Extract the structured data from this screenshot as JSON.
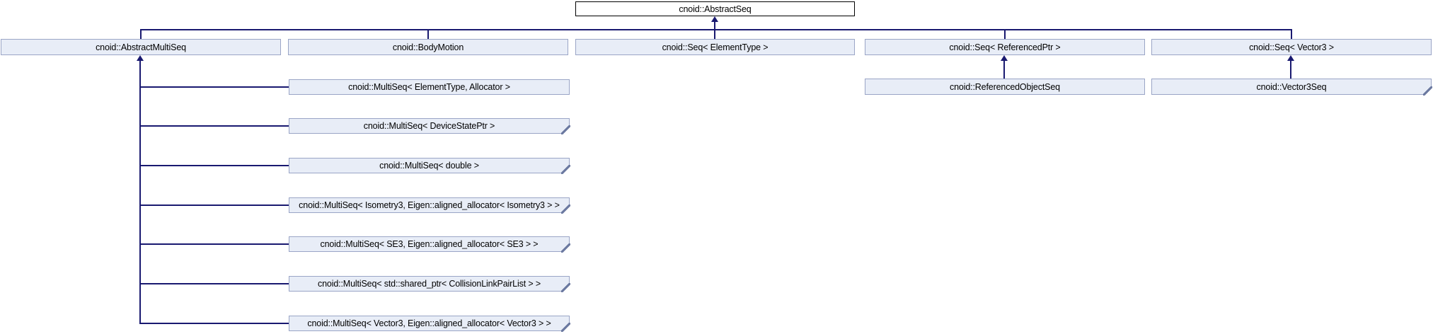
{
  "diagram_type": "class-inheritance-diagram",
  "colors": {
    "background": "#ffffff",
    "node_fill": "#e8edf7",
    "node_border": "#9aa5c6",
    "root_node_fill": "#ffffff",
    "root_node_border": "#000000",
    "edge_line": "#191970",
    "text": "#000000"
  },
  "nodes": [
    {
      "label": "cnoid::AbstractSeq",
      "variant": "root",
      "truncated": false
    },
    {
      "label": "cnoid::AbstractMultiSeq",
      "truncated": false
    },
    {
      "label": "cnoid::BodyMotion",
      "truncated": false
    },
    {
      "label": "cnoid::Seq< ElementType >",
      "truncated": false
    },
    {
      "label": "cnoid::Seq< ReferencedPtr >",
      "truncated": false
    },
    {
      "label": "cnoid::Seq< Vector3 >",
      "truncated": false
    },
    {
      "label": "cnoid::MultiSeq< ElementType, Allocator >",
      "truncated": false
    },
    {
      "label": "cnoid::MultiSeq< DeviceStatePtr >",
      "truncated": true
    },
    {
      "label": "cnoid::MultiSeq< double >",
      "truncated": true
    },
    {
      "label": "cnoid::MultiSeq< Isometry3, Eigen::aligned_allocator< Isometry3 > >",
      "truncated": true
    },
    {
      "label": "cnoid::MultiSeq< SE3, Eigen::aligned_allocator< SE3 > >",
      "truncated": true
    },
    {
      "label": "cnoid::MultiSeq< std::shared_ptr< CollisionLinkPairList > >",
      "truncated": true
    },
    {
      "label": "cnoid::MultiSeq< Vector3, Eigen::aligned_allocator< Vector3 > >",
      "truncated": true
    },
    {
      "label": "cnoid::ReferencedObjectSeq",
      "truncated": false
    },
    {
      "label": "cnoid::Vector3Seq",
      "truncated": true
    }
  ],
  "edges": [
    {
      "from": "cnoid::AbstractMultiSeq",
      "to": "cnoid::AbstractSeq"
    },
    {
      "from": "cnoid::BodyMotion",
      "to": "cnoid::AbstractSeq"
    },
    {
      "from": "cnoid::Seq< ElementType >",
      "to": "cnoid::AbstractSeq"
    },
    {
      "from": "cnoid::Seq< ReferencedPtr >",
      "to": "cnoid::AbstractSeq"
    },
    {
      "from": "cnoid::Seq< Vector3 >",
      "to": "cnoid::AbstractSeq"
    },
    {
      "from": "cnoid::MultiSeq< ElementType, Allocator >",
      "to": "cnoid::AbstractMultiSeq"
    },
    {
      "from": "cnoid::MultiSeq< DeviceStatePtr >",
      "to": "cnoid::AbstractMultiSeq"
    },
    {
      "from": "cnoid::MultiSeq< double >",
      "to": "cnoid::AbstractMultiSeq"
    },
    {
      "from": "cnoid::MultiSeq< Isometry3, Eigen::aligned_allocator< Isometry3 > >",
      "to": "cnoid::AbstractMultiSeq"
    },
    {
      "from": "cnoid::MultiSeq< SE3, Eigen::aligned_allocator< SE3 > >",
      "to": "cnoid::AbstractMultiSeq"
    },
    {
      "from": "cnoid::MultiSeq< std::shared_ptr< CollisionLinkPairList > >",
      "to": "cnoid::AbstractMultiSeq"
    },
    {
      "from": "cnoid::MultiSeq< Vector3, Eigen::aligned_allocator< Vector3 > >",
      "to": "cnoid::AbstractMultiSeq"
    },
    {
      "from": "cnoid::ReferencedObjectSeq",
      "to": "cnoid::Seq< ReferencedPtr >"
    },
    {
      "from": "cnoid::Vector3Seq",
      "to": "cnoid::Seq< Vector3 >"
    }
  ]
}
